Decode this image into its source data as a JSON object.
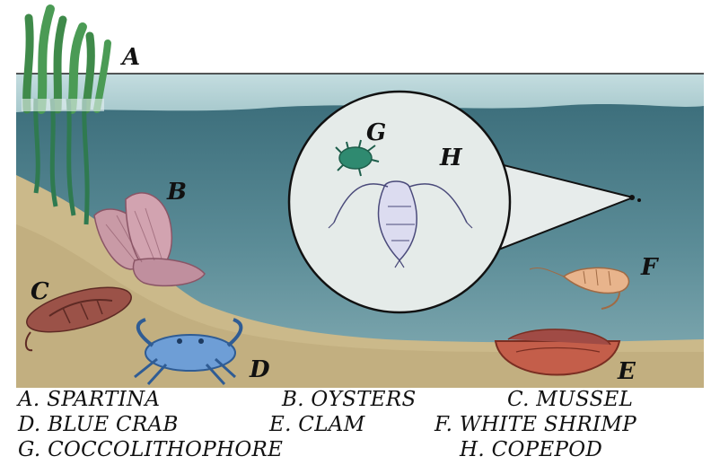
{
  "diagram": {
    "labels": {
      "a": "A",
      "b": "B",
      "c": "C",
      "d": "D",
      "e": "E",
      "f": "F",
      "g": "G",
      "h": "H"
    },
    "legend": {
      "a": "A. SPARTINA",
      "b": "B. OYSTERS",
      "c": "C. MUSSEL",
      "d": "D. BLUE CRAB",
      "e": "E. CLAM",
      "f": "F. WHITE SHRIMP",
      "g": "G. COCCOLITHOPHORE",
      "h": "H. COPEPOD"
    }
  }
}
